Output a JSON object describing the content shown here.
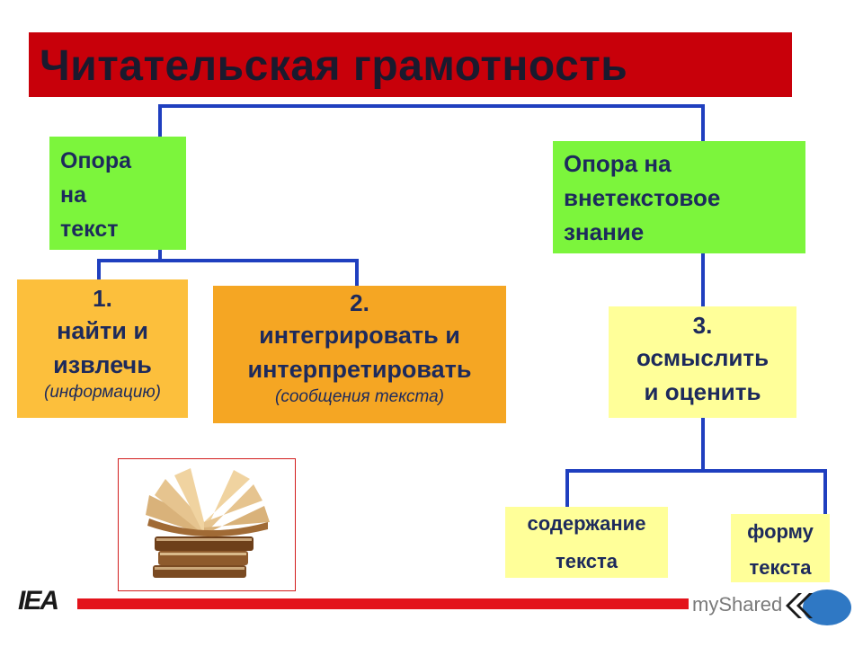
{
  "title": "Читательская грамотность",
  "branches": {
    "text_support": {
      "lines": [
        "Опора",
        "на",
        "текст"
      ]
    },
    "extra_knowledge": {
      "lines": [
        "Опора на",
        "внетекстовое",
        "знание"
      ]
    }
  },
  "skills": {
    "find": {
      "number": "1.",
      "lines": [
        "найти и",
        "извлечь"
      ],
      "note": "(информацию)"
    },
    "integrate": {
      "number": "2.",
      "lines": [
        "интегрировать и",
        "интерпретировать"
      ],
      "note": "(сообщения текста)"
    },
    "evaluate": {
      "number": "3.",
      "lines": [
        "осмыслить",
        "и оценить"
      ]
    }
  },
  "evaluate_targets": {
    "content": {
      "lines": [
        "содержание",
        "текста"
      ]
    },
    "form": {
      "lines": [
        "форму",
        "текста"
      ]
    }
  },
  "footer": {
    "logo": "IEA",
    "watermark": "myShared"
  },
  "colors": {
    "title_bar": "#c8000a",
    "green_box": "#7cf53c",
    "orange_box": "#f5a623",
    "light_orange_box": "#fcbf3c",
    "yellow_box": "#ffff99",
    "connector": "#1f3fbf"
  },
  "icons": [
    "books-image",
    "iea-logo",
    "back-nav-icon"
  ]
}
